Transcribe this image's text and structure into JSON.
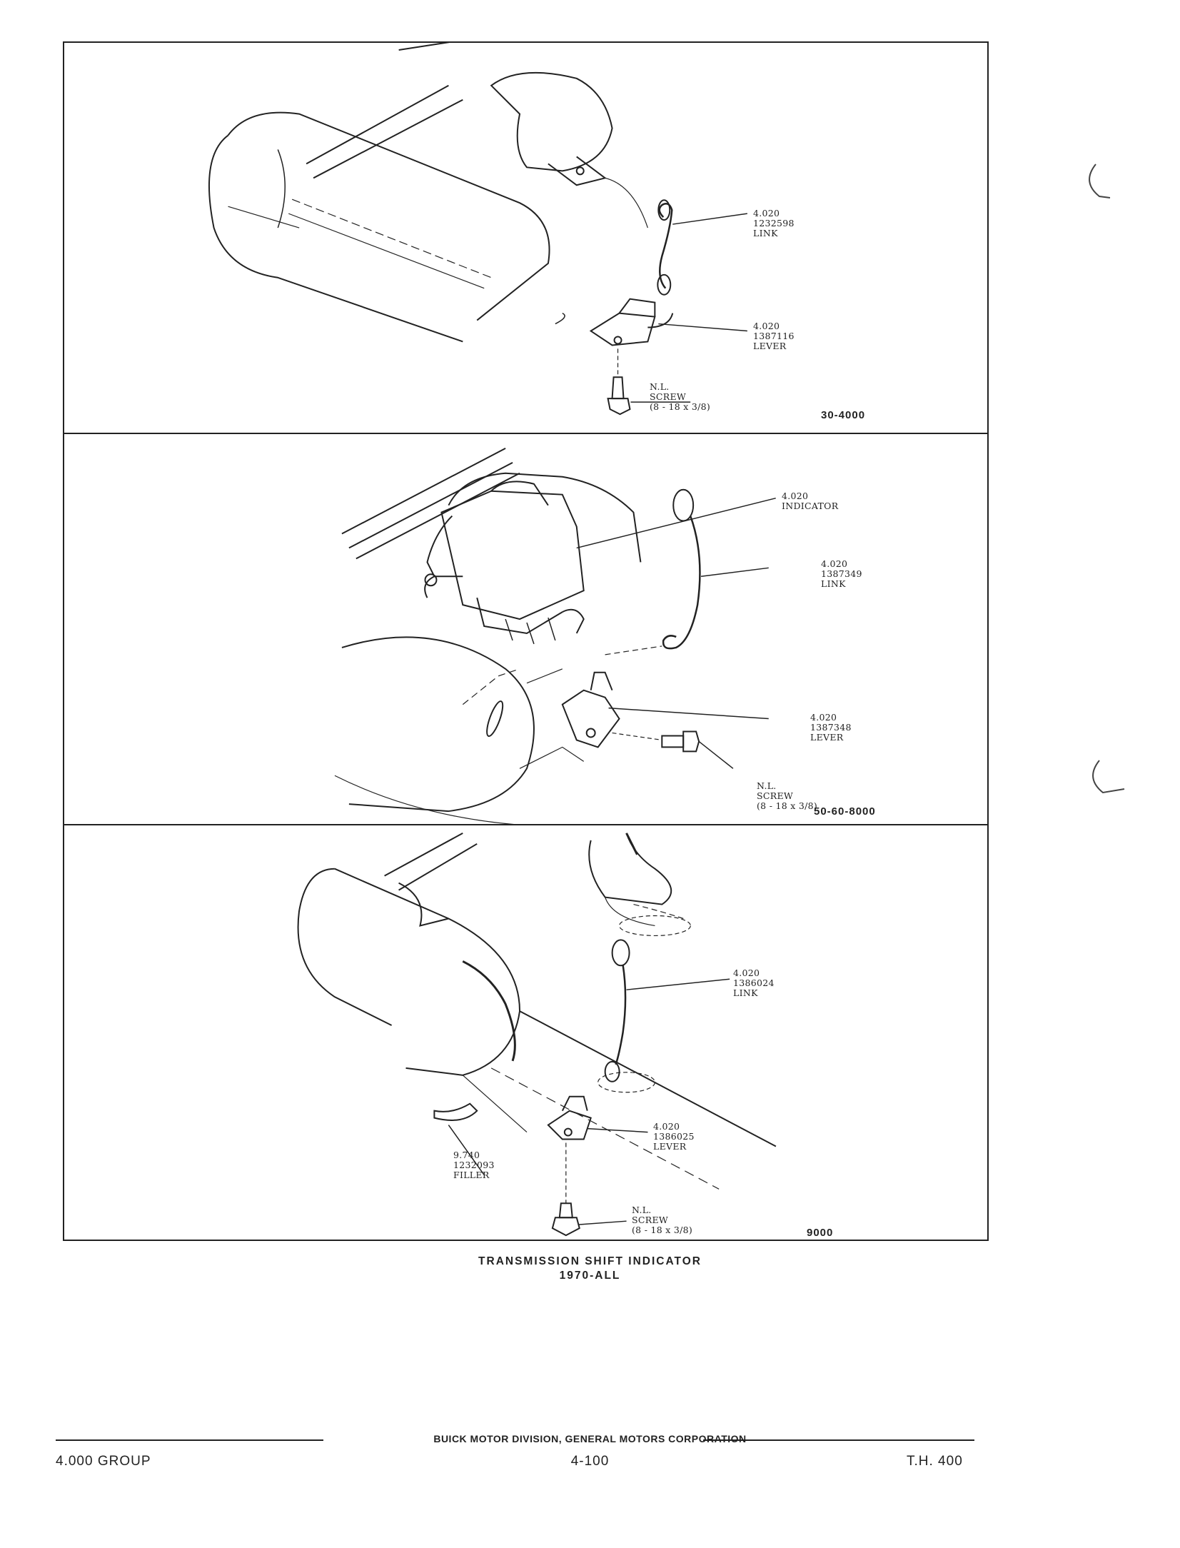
{
  "panels": [
    {
      "labels": [
        {
          "text": "4.020\n1232598\nLINK"
        },
        {
          "text": "4.020\n1387116\nLEVER"
        },
        {
          "text": "N.L.\nSCREW\n(8 - 18 x 3/8)"
        }
      ],
      "code": "30-4000"
    },
    {
      "labels": [
        {
          "text": "4.020\nINDICATOR"
        },
        {
          "text": "4.020\n1387349\nLINK"
        },
        {
          "text": "4.020\n1387348\nLEVER"
        },
        {
          "text": "N.L.\nSCREW\n(8 - 18 x 3/8)"
        }
      ],
      "code": "50-60-8000"
    },
    {
      "labels": [
        {
          "text": "4.020\n1386024\nLINK"
        },
        {
          "text": "4.020\n1386025\nLEVER"
        },
        {
          "text": "9.740\n1232093\nFILLER"
        },
        {
          "text": "N.L.\nSCREW\n(8 - 18 x 3/8)"
        }
      ],
      "code": "9000"
    }
  ],
  "caption": {
    "line1": "TRANSMISSION SHIFT INDICATOR",
    "line2": "1970-ALL"
  },
  "footer": {
    "center": "BUICK MOTOR DIVISION, GENERAL MOTORS CORPORATION",
    "left": "4.000 GROUP",
    "middle": "4-100",
    "right": "T.H. 400"
  }
}
